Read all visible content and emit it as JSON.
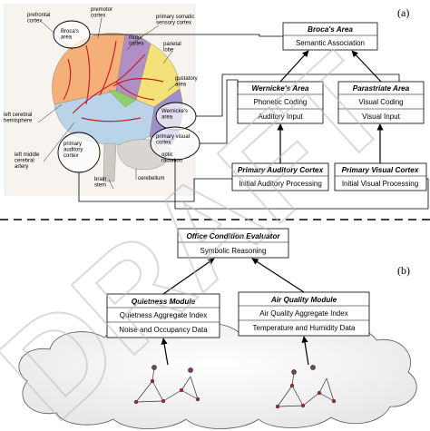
{
  "panel_a_label": "(a)",
  "panel_b_label": "(b)",
  "brain_labels": {
    "prefrontal": "prefrontal\ncortex",
    "premotor": "premotor\ncortex",
    "primary_somatic": "primary somatic\nsensory cortex",
    "brocas_area": "Broca's\narea",
    "motor": "motor\ncortex",
    "parietal": "parietal\nlobe",
    "gustatory": "gustatory\narea",
    "wernickes_area": "Wernicke's\narea",
    "left_hemisphere": "left cerebral\nhemisphere",
    "primary_auditory": "primary\nauditory\ncortex",
    "primary_visual": "primary visual\ncortex",
    "left_middle_artery": "left middle\ncerebral\nartery",
    "optic_radiation": "optic\nradiation",
    "cerebellum": "cerebellum",
    "brain_stem": "brain\nstem"
  },
  "boxes_a": {
    "broca": {
      "title": "Broca's Area",
      "line1": "Semantic Association"
    },
    "wernicke": {
      "title": "Wernicke's Area",
      "line1": "Phonetic Coding",
      "line2": "Auditory Input"
    },
    "parastriate": {
      "title": "Parastriate Area",
      "line1": "Visual Coding",
      "line2": "Visual Input"
    },
    "primary_auditory": {
      "title": "Primary Auditory Cortex",
      "line1": "Initial Auditory Processing"
    },
    "primary_visual": {
      "title": "Primary Visual Cortex",
      "line1": "Initial Visual Processing"
    }
  },
  "boxes_b": {
    "evaluator": {
      "title": "Office Condition Evaluator",
      "line1": "Symbolic Reasoning"
    },
    "quietness": {
      "title": "Quietness Module",
      "line1": "Quietness Aggregate Index",
      "line2": "Noise and Occupancy Data"
    },
    "air": {
      "title": "Air Quality Module",
      "line1": "Air Quality Aggregate Index",
      "line2": "Temperature and Humidity Data"
    }
  },
  "colors": {
    "frontal": "#f5b07a",
    "motor": "#b08fc4",
    "parietal": "#f3e27a",
    "green": "#8fcf6a",
    "temporal": "#b9d4e8",
    "occipital": "#9e8fc8",
    "cerebellum": "#d9d6d2",
    "artery": "#c8202a",
    "watermark": "#bdbdbd"
  },
  "watermark_text": "DRAFT"
}
